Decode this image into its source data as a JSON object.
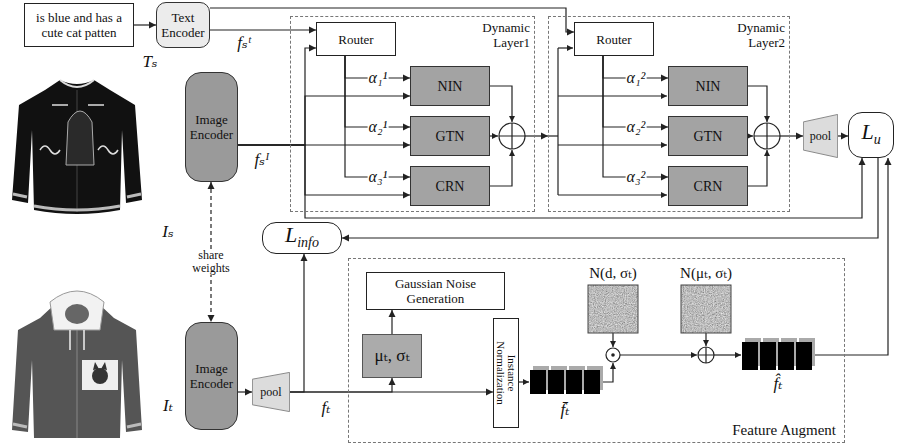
{
  "diagram": {
    "nodes": [
      {
        "text": [
          "is blue and has a cute cat patten"
        ]
      },
      {
        "text": [
          "Text Encoder"
        ]
      },
      {
        "text": [
          "Image Encoder"
        ]
      },
      {
        "text": [
          "Dynamic Layer1"
        ]
      },
      {
        "text": [
          "Router"
        ],
        "in": 3
      },
      {
        "text": [
          "NIN"
        ],
        "in": 3
      },
      {
        "text": [
          "GTN"
        ],
        "in": 3
      },
      {
        "text": [
          "CRN"
        ],
        "in": 3
      },
      {
        "text": [
          "Dynamic Layer2"
        ]
      },
      {
        "text": [
          "Router"
        ],
        "in": 8
      },
      {
        "text": [
          "NIN"
        ],
        "in": 8
      },
      {
        "text": [
          "GTN"
        ],
        "in": 8
      },
      {
        "text": [
          "CRN"
        ],
        "in": 8
      },
      {
        "text": [
          "pool"
        ]
      },
      {
        "text": [
          "L",
          "u"
        ]
      },
      {
        "text": [
          "L",
          "info"
        ]
      },
      {
        "text": [
          "Image Encoder"
        ]
      },
      {
        "text": [
          "pool"
        ]
      },
      {
        "text": [
          "Feature Augment"
        ]
      },
      {
        "text": [
          "Gaussian Noise Generation"
        ],
        "in": 18
      },
      {
        "text": [
          "μₜ, σₜ"
        ],
        "in": 18
      },
      {
        "text": [
          "Instance Normalization"
        ],
        "in": 18
      }
    ],
    "edges": [
      {
        "from": 0,
        "to": 1,
        "arrow": "to"
      },
      {
        "from": 1,
        "to": 4,
        "arrow": "to"
      },
      {
        "from": 1,
        "to": 9,
        "arrow": "to"
      },
      {
        "from": 2,
        "to": 4,
        "arrow": "to"
      },
      {
        "from": 2,
        "to": 5,
        "arrow": "to"
      },
      {
        "from": 2,
        "to": 6,
        "arrow": "to"
      },
      {
        "from": 2,
        "to": 7,
        "arrow": "to"
      },
      {
        "from": 4,
        "to": 5,
        "arrow": "to",
        "label": "α₁¹"
      },
      {
        "from": 4,
        "to": 6,
        "arrow": "to",
        "label": "α₂¹"
      },
      {
        "from": 4,
        "to": 7,
        "arrow": "to",
        "label": "α₃¹"
      },
      {
        "from": 3,
        "to": 8,
        "arrow": "to"
      },
      {
        "from": 9,
        "to": 10,
        "arrow": "to",
        "label": "α₁²"
      },
      {
        "from": 9,
        "to": 11,
        "arrow": "to",
        "label": "α₂²"
      },
      {
        "from": 9,
        "to": 12,
        "arrow": "to",
        "label": "α₃²"
      },
      {
        "from": 8,
        "to": 13,
        "arrow": "to"
      },
      {
        "from": 13,
        "to": 14,
        "arrow": "to"
      },
      {
        "from": 2,
        "to": 14,
        "arrow": "to"
      },
      {
        "from": 14,
        "to": 15,
        "arrow": "to"
      },
      {
        "from": 2,
        "to": 16,
        "arrow": "both",
        "label": "share weights"
      },
      {
        "from": 16,
        "to": 17,
        "arrow": "to"
      },
      {
        "from": 17,
        "to": 15,
        "arrow": "to"
      },
      {
        "from": 17,
        "to": 21,
        "arrow": "to"
      },
      {
        "from": 17,
        "to": 20,
        "arrow": "to"
      },
      {
        "from": 20,
        "to": 19,
        "arrow": "to"
      },
      {
        "from": 18,
        "to": 14,
        "arrow": "to"
      }
    ],
    "labels": [
      "Tₛ",
      "fₛᵗ",
      "Iₛ",
      "fₛᴵ",
      "Iₜ",
      "fₜ",
      "N(d, σₜ)",
      "N(μₜ, σₜ)",
      "f̄ₜ",
      "f̂ₜ"
    ]
  }
}
